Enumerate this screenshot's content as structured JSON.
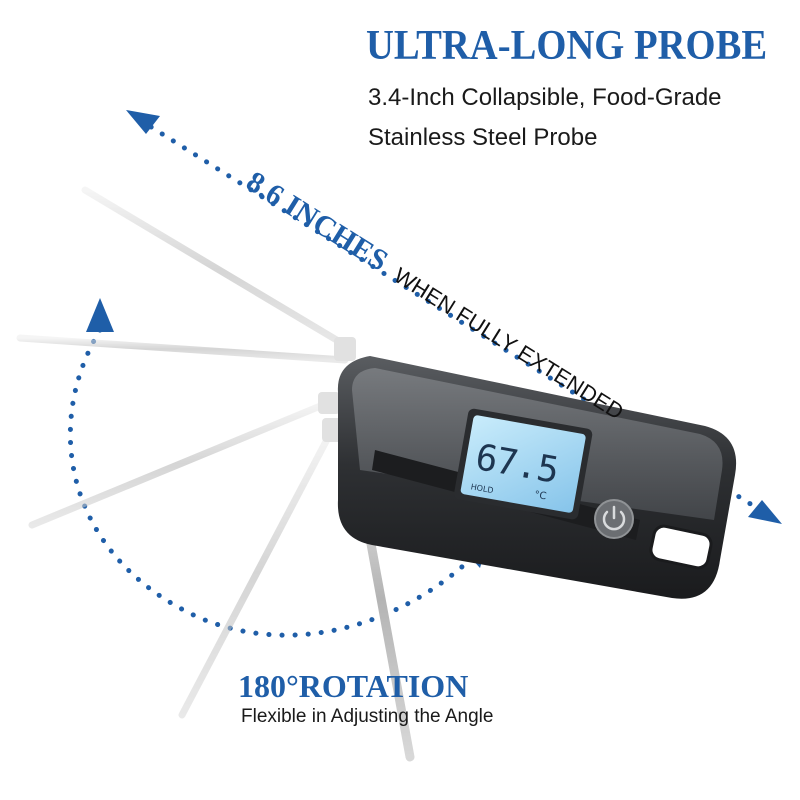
{
  "headline": {
    "title": "ULTRA-LONG PROBE",
    "subtitle_line1": "3.4-Inch Collapsible, Food-Grade",
    "subtitle_line2": "Stainless Steel Probe"
  },
  "length_callout": {
    "measure": "8.6 INCHES",
    "qualifier": "WHEN FULLY EXTENDED"
  },
  "rotation_callout": {
    "title": "180°ROTATION",
    "subtitle": "Flexible in Adjusting the Angle"
  },
  "display": {
    "reading": "67.5",
    "unit": "°C",
    "mode": "HOLD"
  },
  "colors": {
    "accent": "#1f5ea8",
    "body": "#2e3033",
    "screen": "#9fd3f0"
  }
}
